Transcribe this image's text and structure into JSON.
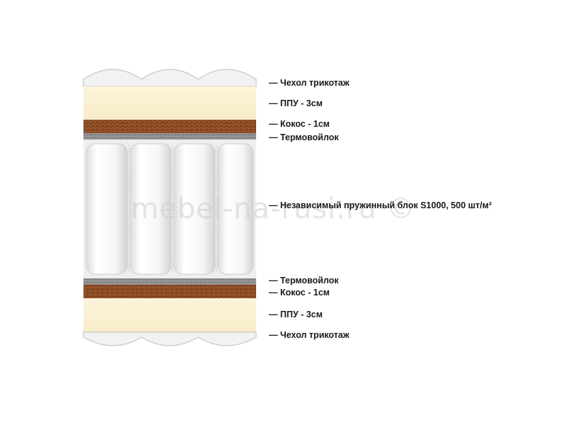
{
  "layers": [
    {
      "id": "cover-top",
      "label": "Чехол трикотаж"
    },
    {
      "id": "ppu-top",
      "label": "ППУ - 3см"
    },
    {
      "id": "coconut-top",
      "label": "Кокос - 1см"
    },
    {
      "id": "felt-top",
      "label": "Термовойлок"
    },
    {
      "id": "spring-block",
      "label": "Независимый пружинный блок S1000, 500 шт/м²"
    },
    {
      "id": "felt-bottom",
      "label": "Термовойлок"
    },
    {
      "id": "coconut-bottom",
      "label": "Кокос - 1см"
    },
    {
      "id": "ppu-bottom",
      "label": "ППУ - 3см"
    },
    {
      "id": "cover-bottom",
      "label": "Чехол трикотаж"
    }
  ],
  "watermark": "mebel-na-rusi.ru ©",
  "colors": {
    "foam": "#fbf1d4",
    "coconut": "#8a4a22",
    "felt": "#9a9a9a",
    "cover": "#f4f4f4",
    "spring": "#f7f7f7"
  }
}
